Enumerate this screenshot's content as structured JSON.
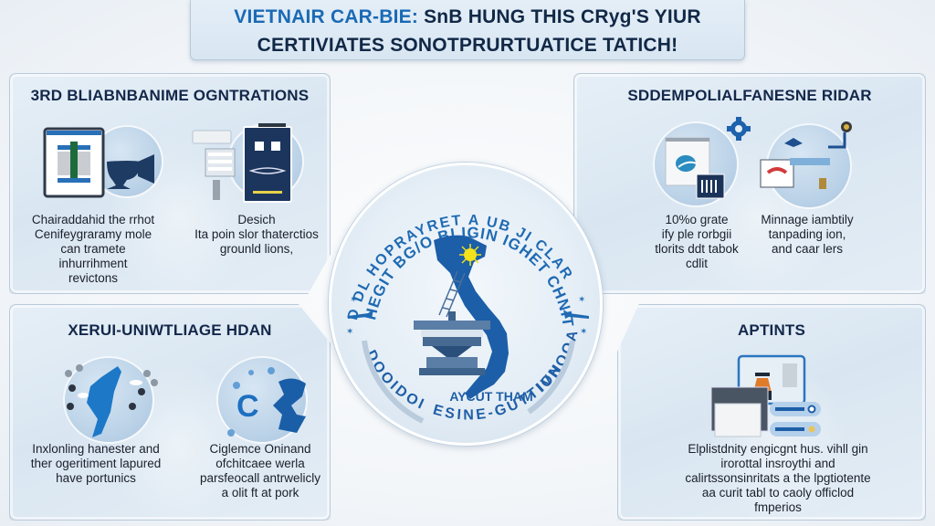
{
  "header": {
    "title_accent": "VIETNAIR CAR-BIE:",
    "title_line1_rest": " SnB HUNG THIS CRyg'S YIUR",
    "title_line2": "CERTIVIATES SONOTPRURTUATICE TATICH!"
  },
  "panels": {
    "top_left": {
      "title": "3RD BLIABNBANIME OGNTRATIONS",
      "items": [
        {
          "icon": "document-chalice-icon",
          "caption": [
            "Chairaddahid the rrhot",
            "Cenifeygraramy mole",
            "can tramete",
            "inhurrihment",
            "revictons"
          ]
        },
        {
          "icon": "server-panel-icon",
          "caption": [
            "Desich",
            "Ita poin slor thaterctios",
            "grounld lions,"
          ]
        }
      ]
    },
    "top_right": {
      "title": "SDDEMPOLIALFANESNE RIDAR",
      "items": [
        {
          "icon": "browser-gear-icon",
          "caption": [
            "10%o grate",
            "ify ple rorbgii",
            "tlorits ddt tabok",
            "cdlit"
          ]
        },
        {
          "icon": "monitor-network-icon",
          "caption": [
            "Minnage iambtily",
            "tanpading ion,",
            "and caar lers"
          ]
        }
      ]
    },
    "bottom_left": {
      "title": "XERUI-UNIWTLIAGE HDAN",
      "items": [
        {
          "icon": "map-people-icon",
          "caption": [
            "Inxlonling hanester and",
            "ther ogeritiment lapured",
            "have portunics"
          ]
        },
        {
          "icon": "c-map-icon",
          "caption": [
            "Ciglemce Oninand",
            "ofchitcaee werla",
            "parsfeocall antrwelicly",
            "a olit ft at pork"
          ]
        }
      ]
    },
    "bottom_right": {
      "title": "APTINTS",
      "items": [
        {
          "icon": "video-call-forms-icon",
          "caption": [
            "Elplistdnity engicgnt hus. vihll gin",
            "irorottal insroythi and",
            "calirtssonsinritats a the lpgtiotente",
            "aa curit tabl to caoly officlod",
            "fmperios"
          ]
        }
      ]
    }
  },
  "emblem": {
    "arc_top_outer": "D DL HOPRAYRET A UB JI CLAR",
    "arc_top_inner": "HEGIT BG/O BLIGIN IGHET CHNIT RET",
    "arc_bottom_left": "DOOIDOI",
    "arc_bottom": "ESINE-GUTTION",
    "arc_bottom_right": "IVHOOA",
    "center_label": "AYCUT THAM",
    "star_icon": "yellow-star-icon",
    "map_icon": "vietnam-map-icon",
    "monument_icon": "monument-building-icon"
  },
  "colors": {
    "title_accent": "#1a6ab5",
    "title_dark": "#112846",
    "map_blue": "#1c5ea8",
    "star_yellow": "#f4e11a",
    "panel_bg": "#dde9f3"
  }
}
